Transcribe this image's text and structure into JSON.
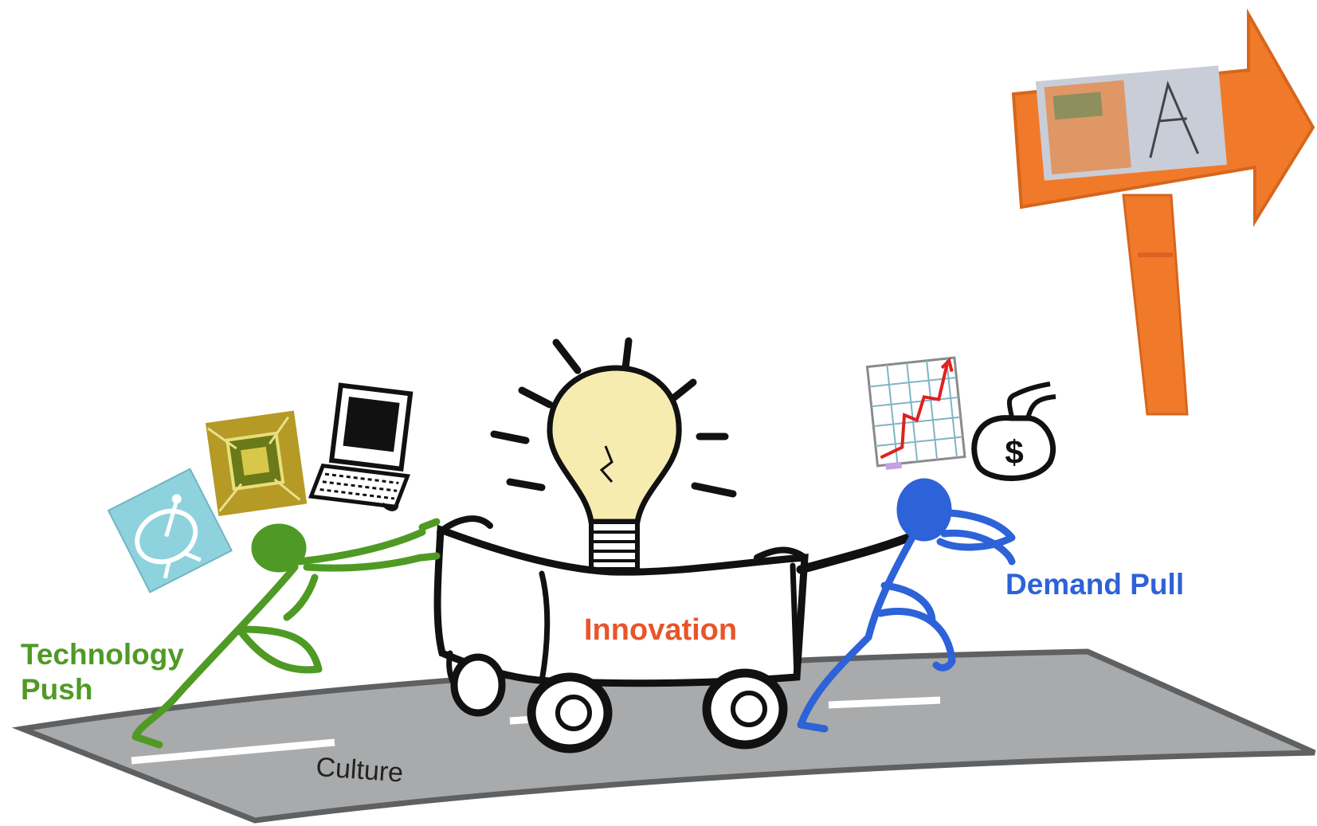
{
  "labels": {
    "technology_push": [
      "Technology",
      "Push"
    ],
    "innovation": "Innovation",
    "demand_pull": "Demand Pull",
    "culture": "Culture",
    "dollar": "$"
  },
  "colors": {
    "technology_push": "#4f9a24",
    "innovation": "#e8552a",
    "demand_pull": "#2d62d8",
    "culture": "#222222",
    "road": "#a9aaab",
    "road_edge": "#5f6061",
    "signpost": "#f07a2a",
    "bulb": "#f6ecb0",
    "icon_tile_blue": "#8ed2dd",
    "ink": "#111111"
  },
  "icons": [
    "satellite-dish-icon",
    "circuit-chip-icon",
    "laptop-computer-icon",
    "lightbulb-icon",
    "growth-chart-icon",
    "money-bag-icon",
    "signpost-arrow-icon"
  ]
}
